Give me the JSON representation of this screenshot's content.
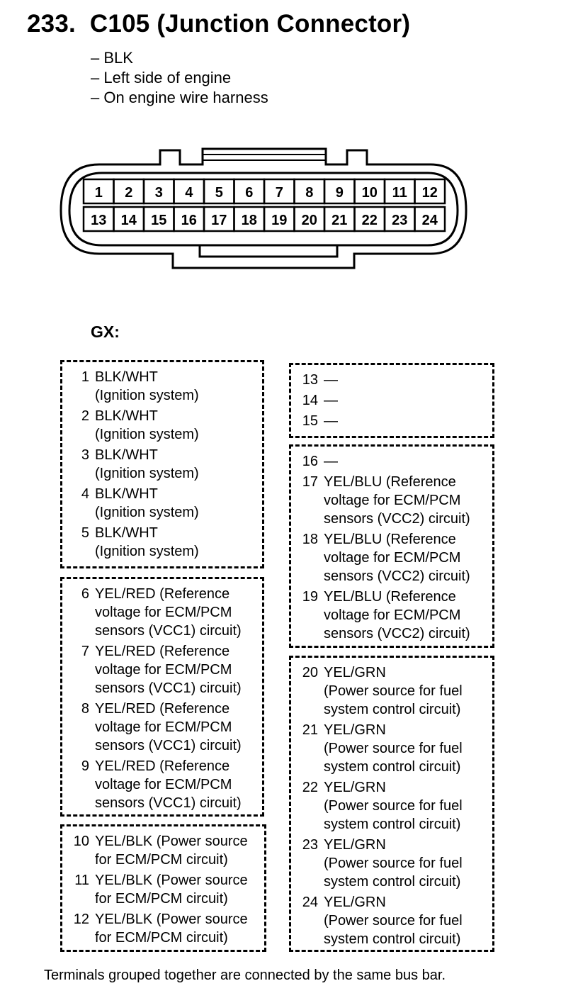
{
  "title": {
    "number": "233.",
    "name": "C105 (Junction Connector)"
  },
  "info": [
    "– BLK",
    "– Left side of engine",
    "– On engine wire harness"
  ],
  "connector": {
    "row1": [
      "1",
      "2",
      "3",
      "4",
      "5",
      "6",
      "7",
      "8",
      "9",
      "10",
      "11",
      "12"
    ],
    "row2": [
      "13",
      "14",
      "15",
      "16",
      "17",
      "18",
      "19",
      "20",
      "21",
      "22",
      "23",
      "24"
    ]
  },
  "section_label": "GX:",
  "groups": [
    {
      "terms": [
        {
          "num": "1",
          "desc": "BLK/WHT\n(Ignition system)"
        },
        {
          "num": "2",
          "desc": "BLK/WHT\n(Ignition system)"
        },
        {
          "num": "3",
          "desc": "BLK/WHT\n(Ignition system)"
        },
        {
          "num": "4",
          "desc": "BLK/WHT\n(Ignition system)"
        },
        {
          "num": "5",
          "desc": "BLK/WHT\n(Ignition system)"
        }
      ]
    },
    {
      "terms": [
        {
          "num": "6",
          "desc": "YEL/RED (Reference\nvoltage for ECM/PCM\nsensors (VCC1) circuit)"
        },
        {
          "num": "7",
          "desc": "YEL/RED (Reference\nvoltage for ECM/PCM\nsensors (VCC1) circuit)"
        },
        {
          "num": "8",
          "desc": "YEL/RED (Reference\nvoltage for ECM/PCM\nsensors (VCC1) circuit)"
        },
        {
          "num": "9",
          "desc": "YEL/RED (Reference\nvoltage for ECM/PCM\nsensors (VCC1) circuit)"
        }
      ]
    },
    {
      "terms": [
        {
          "num": "10",
          "desc": "YEL/BLK (Power source\nfor ECM/PCM circuit)"
        },
        {
          "num": "11",
          "desc": "YEL/BLK (Power source\nfor ECM/PCM circuit)"
        },
        {
          "num": "12",
          "desc": "YEL/BLK (Power source\nfor ECM/PCM circuit)"
        }
      ]
    },
    {
      "terms": [
        {
          "num": "13",
          "desc": "—"
        },
        {
          "num": "14",
          "desc": "—"
        },
        {
          "num": "15",
          "desc": "—"
        }
      ]
    },
    {
      "terms": [
        {
          "num": "16",
          "desc": "—"
        },
        {
          "num": "17",
          "desc": "YEL/BLU (Reference\nvoltage for ECM/PCM\nsensors (VCC2) circuit)"
        },
        {
          "num": "18",
          "desc": "YEL/BLU (Reference\nvoltage for ECM/PCM\nsensors (VCC2) circuit)"
        },
        {
          "num": "19",
          "desc": "YEL/BLU (Reference\nvoltage for ECM/PCM\nsensors (VCC2) circuit)"
        }
      ]
    },
    {
      "terms": [
        {
          "num": "20",
          "desc": "YEL/GRN\n(Power source for fuel\nsystem control circuit)"
        },
        {
          "num": "21",
          "desc": "YEL/GRN\n(Power source for fuel\nsystem control circuit)"
        },
        {
          "num": "22",
          "desc": "YEL/GRN\n(Power source for fuel\nsystem control circuit)"
        },
        {
          "num": "23",
          "desc": "YEL/GRN\n(Power source for fuel\nsystem control circuit)"
        },
        {
          "num": "24",
          "desc": "YEL/GRN\n(Power source for fuel\nsystem control circuit)"
        }
      ]
    }
  ],
  "footer": "Terminals grouped together are connected by the same bus bar."
}
